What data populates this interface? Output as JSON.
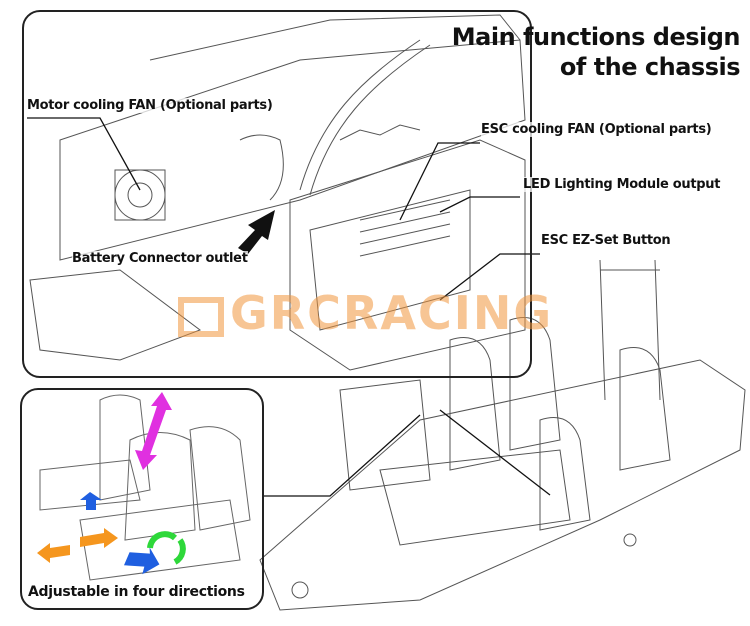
{
  "title": {
    "line1": "Main functions design",
    "line2": "of the chassis"
  },
  "callouts": {
    "motor_fan": "Motor cooling FAN (Optional parts)",
    "esc_fan": "ESC cooling FAN (Optional parts)",
    "led_output": "LED Lighting Module output",
    "ez_set": "ESC EZ-Set Button",
    "battery": "Battery Connector outlet"
  },
  "inset": {
    "caption": "Adjustable in four directions"
  },
  "watermark": "GRCRACING",
  "colors": {
    "watermark": "#f0963c",
    "arrow_magenta": "#e030e0",
    "arrow_blue": "#1f5fe0",
    "arrow_orange": "#f5961e",
    "arrow_green": "#2ed83a"
  }
}
